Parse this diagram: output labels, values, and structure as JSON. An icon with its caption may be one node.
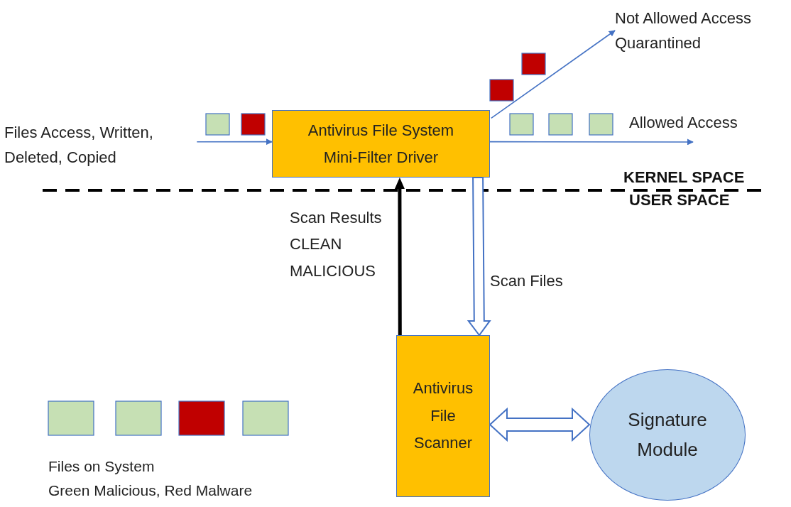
{
  "diagram": {
    "nodes": [
      {
        "text": [
          "Files Access, Written, Deleted, Copied"
        ]
      },
      {
        "text": [
          "Antivirus File System Mini-Filter Driver"
        ]
      },
      {
        "text": [
          "Not Allowed Access Quarantined"
        ]
      },
      {
        "text": [
          "Antivirus File Scanner"
        ]
      },
      {
        "text": [
          "Signature Module"
        ]
      }
    ],
    "edges": [
      {
        "from": 0,
        "to": 1,
        "arrow": "to"
      },
      {
        "from": 1,
        "to": 2,
        "arrow": "to"
      },
      {
        "from": 1,
        "to": null,
        "arrow": "to",
        "label": "Allowed Access"
      },
      {
        "from": 3,
        "to": 1,
        "arrow": "to",
        "label": "Scan Results CLEAN MALICIOUS",
        "style": "thick",
        "color": "#000000"
      },
      {
        "from": 1,
        "to": 3,
        "arrow": "to",
        "label": "Scan Files",
        "style": "thick"
      },
      {
        "from": 3,
        "to": 4,
        "arrow": "both",
        "style": "thick"
      }
    ],
    "labels": [
      "KERNEL SPACE",
      "USER SPACE",
      "Files on System",
      "Green Malicious, Red Malware"
    ]
  }
}
